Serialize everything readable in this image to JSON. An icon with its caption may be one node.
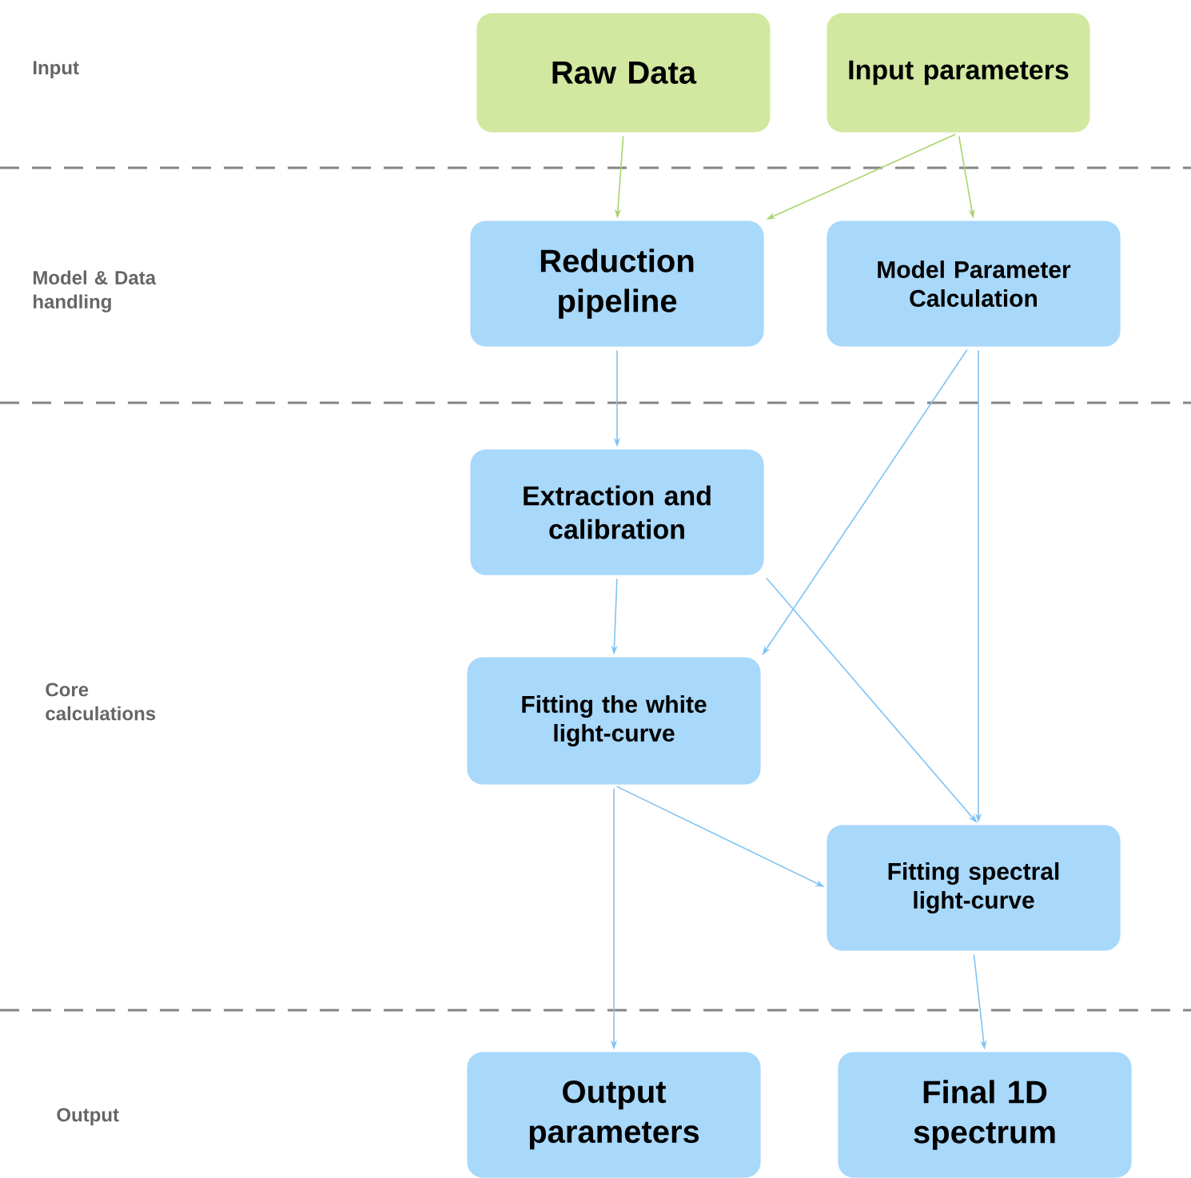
{
  "diagram": {
    "nodes": [
      {
        "text": [
          "Raw Data"
        ]
      },
      {
        "text": [
          "Input parameters"
        ]
      },
      {
        "text": [
          "Reduction pipeline"
        ]
      },
      {
        "text": [
          "Model Parameter Calculation"
        ]
      },
      {
        "text": [
          "Extraction and calibration"
        ]
      },
      {
        "text": [
          "Fitting the white light-curve"
        ]
      },
      {
        "text": [
          "Fitting spectral light-curve"
        ]
      },
      {
        "text": [
          "Output parameters"
        ]
      },
      {
        "text": [
          "Final 1D spectrum"
        ]
      }
    ],
    "edges": [
      {
        "from": 0,
        "to": 2,
        "arrow": "to",
        "color": "#a9d46c"
      },
      {
        "from": 1,
        "to": 2,
        "arrow": "to",
        "color": "#a9d46c"
      },
      {
        "from": 1,
        "to": 3,
        "arrow": "to",
        "color": "#a9d46c"
      },
      {
        "from": 2,
        "to": 4,
        "arrow": "to"
      },
      {
        "from": 3,
        "to": 5,
        "arrow": "to"
      },
      {
        "from": 3,
        "to": 6,
        "arrow": "to"
      },
      {
        "from": 4,
        "to": 5,
        "arrow": "to"
      },
      {
        "from": 4,
        "to": 6,
        "arrow": "to"
      },
      {
        "from": 5,
        "to": 6,
        "arrow": "to"
      },
      {
        "from": 5,
        "to": 7,
        "arrow": "to"
      },
      {
        "from": 6,
        "to": 8,
        "arrow": "to"
      }
    ],
    "labels": [
      "Input",
      "Model & Data handling",
      "Core calculations",
      "Output"
    ]
  }
}
